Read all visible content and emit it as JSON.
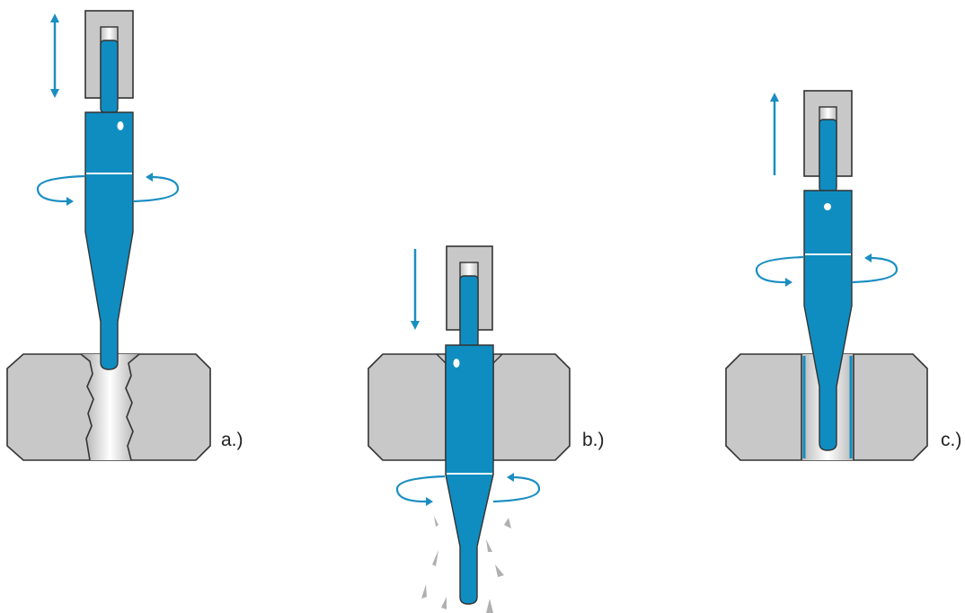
{
  "colors": {
    "tool": "#0f8dc0",
    "arrow": "#1a8ec2",
    "block": "#c8c8c8",
    "outline": "#333333",
    "bore_highlight": "#ffffff",
    "chip": "#b0b0b0"
  },
  "panels": [
    {
      "id": "a",
      "label": "a.)"
    },
    {
      "id": "b",
      "label": "b.)"
    },
    {
      "id": "c",
      "label": "c.)"
    }
  ]
}
